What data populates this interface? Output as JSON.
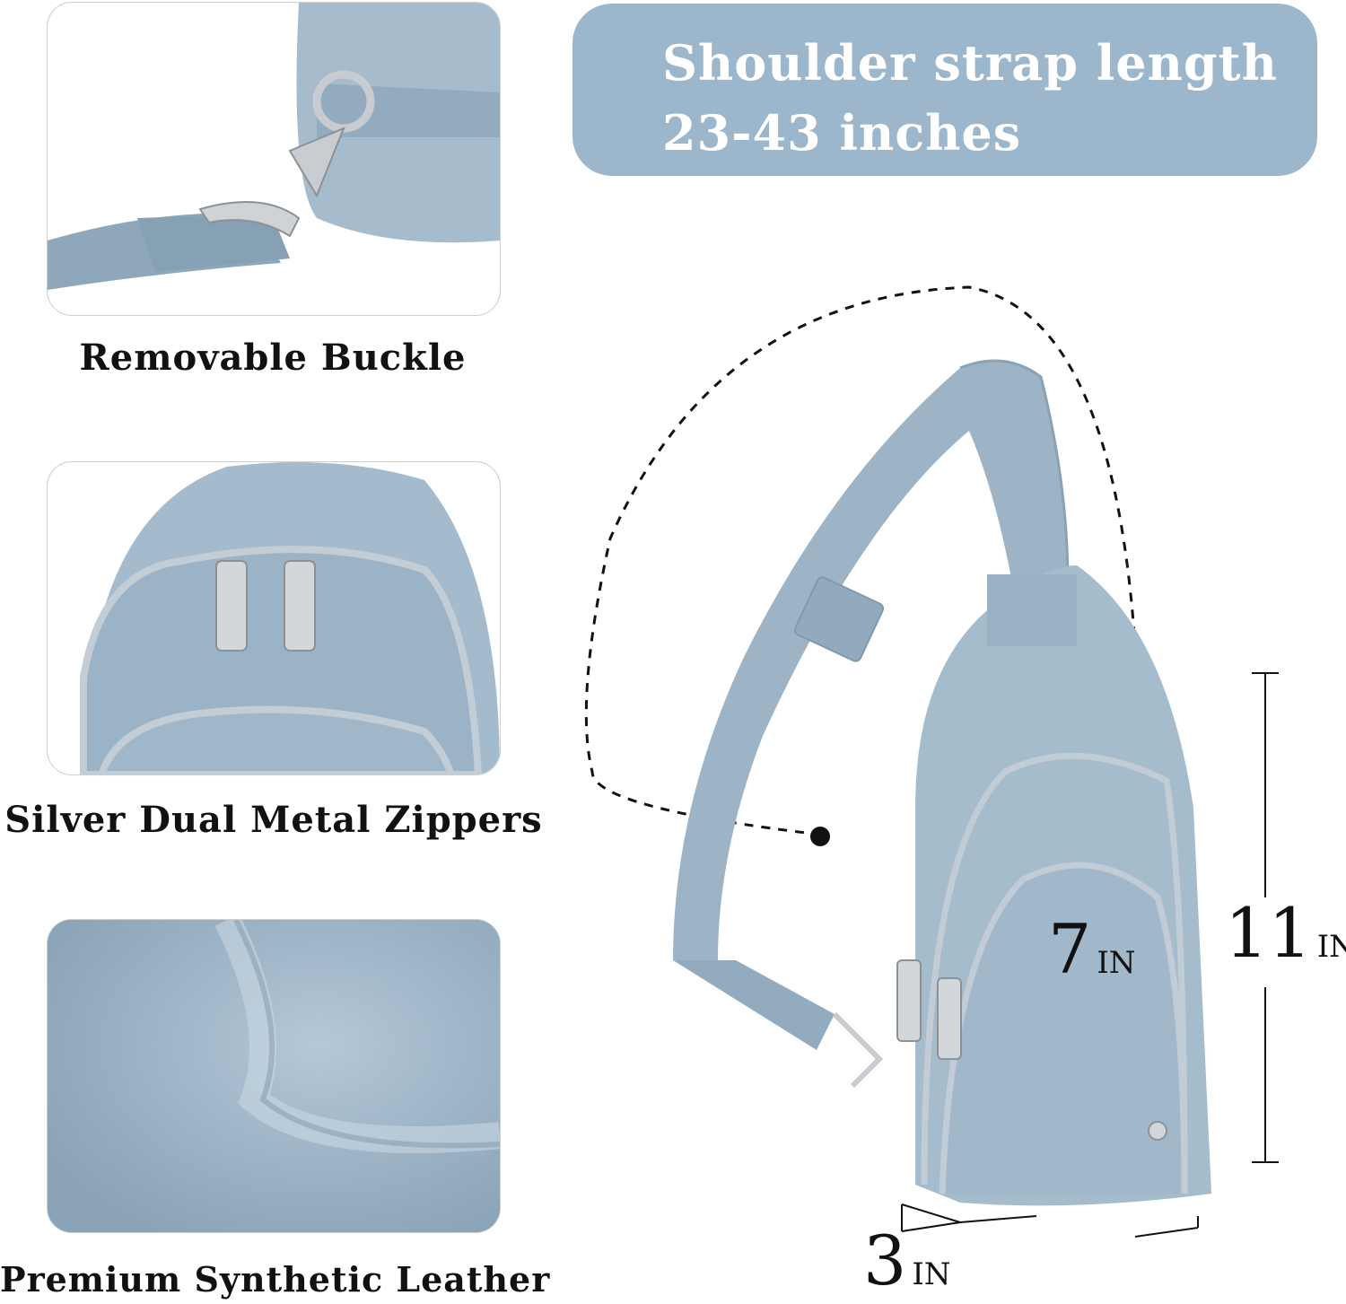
{
  "banner": {
    "line1": "Shoulder strap length",
    "line2": "23-43 inches"
  },
  "features": [
    {
      "caption": "Removable Buckle",
      "icon": "buckle-photo"
    },
    {
      "caption": "Silver Dual Metal Zippers",
      "icon": "zipper-photo"
    },
    {
      "caption": "Premium Synthetic Leather",
      "icon": "leather-photo"
    }
  ],
  "dimensions": {
    "height": {
      "value": "11",
      "unit": "IN"
    },
    "width": {
      "value": "7",
      "unit": "IN"
    },
    "depth": {
      "value": "3",
      "unit": "IN"
    }
  },
  "colors": {
    "bag": "#9fb6c8",
    "banner": "#9cb6cb",
    "banner_text": "#ffffff",
    "caption_text": "#111111"
  }
}
